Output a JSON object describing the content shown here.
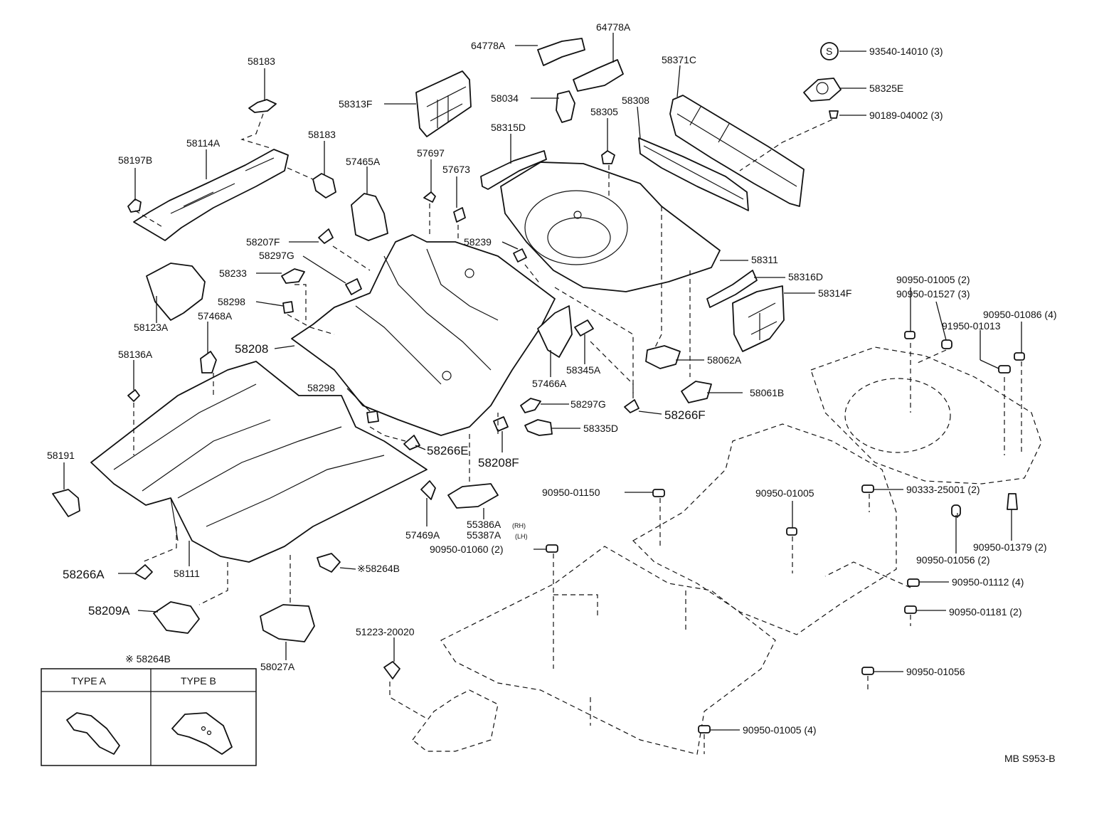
{
  "callouts": [
    {
      "id": "58183_top",
      "text": "58183"
    },
    {
      "id": "58114A",
      "text": "58114A"
    },
    {
      "id": "58197B",
      "text": "58197B"
    },
    {
      "id": "58183_mid",
      "text": "58183"
    },
    {
      "id": "58313F",
      "text": "58313F"
    },
    {
      "id": "64778A_l",
      "text": "64778A"
    },
    {
      "id": "64778A_r",
      "text": "64778A"
    },
    {
      "id": "58034",
      "text": "58034"
    },
    {
      "id": "58315D",
      "text": "58315D"
    },
    {
      "id": "58305",
      "text": "58305"
    },
    {
      "id": "58308",
      "text": "58308"
    },
    {
      "id": "58371C",
      "text": "58371C"
    },
    {
      "id": "93540-14010",
      "text": "93540-14010 (3)"
    },
    {
      "id": "58325E",
      "text": "58325E"
    },
    {
      "id": "90189-04002",
      "text": "90189-04002 (3)"
    },
    {
      "id": "57465A",
      "text": "57465A"
    },
    {
      "id": "57697",
      "text": "57697"
    },
    {
      "id": "57673",
      "text": "57673"
    },
    {
      "id": "58207F",
      "text": "58207F"
    },
    {
      "id": "58239",
      "text": "58239"
    },
    {
      "id": "58311",
      "text": "58311"
    },
    {
      "id": "58297G_top",
      "text": "58297G"
    },
    {
      "id": "58233",
      "text": "58233"
    },
    {
      "id": "58316D",
      "text": "58316D"
    },
    {
      "id": "58314F",
      "text": "58314F"
    },
    {
      "id": "58298_top",
      "text": "58298"
    },
    {
      "id": "58123A",
      "text": "58123A"
    },
    {
      "id": "57468A",
      "text": "57468A"
    },
    {
      "id": "58208",
      "text": "58208"
    },
    {
      "id": "57466A",
      "text": "57466A"
    },
    {
      "id": "58345A",
      "text": "58345A"
    },
    {
      "id": "58062A",
      "text": "58062A"
    },
    {
      "id": "58136A",
      "text": "58136A"
    },
    {
      "id": "58298_low",
      "text": "58298"
    },
    {
      "id": "58061B",
      "text": "58061B"
    },
    {
      "id": "58297G_low",
      "text": "58297G"
    },
    {
      "id": "58266F",
      "text": "58266F"
    },
    {
      "id": "58335D",
      "text": "58335D"
    },
    {
      "id": "58266E",
      "text": "58266E"
    },
    {
      "id": "58208F",
      "text": "58208F"
    },
    {
      "id": "58191",
      "text": "58191"
    },
    {
      "id": "57469A",
      "text": "57469A"
    },
    {
      "id": "55386A",
      "text": "55386A"
    },
    {
      "id": "55387A",
      "text": "55387A"
    },
    {
      "id": "58111",
      "text": "58111"
    },
    {
      "id": "58266A",
      "text": "58266A"
    },
    {
      "id": "58264B_tag",
      "text": "※58264B"
    },
    {
      "id": "58209A",
      "text": "58209A"
    },
    {
      "id": "58027A",
      "text": "58027A"
    },
    {
      "id": "51223-20020",
      "text": "51223-20020"
    },
    {
      "id": "90950-01150",
      "text": "90950-01150"
    },
    {
      "id": "90950-01005_mid",
      "text": "90950-01005"
    },
    {
      "id": "90950-01060",
      "text": "90950-01060 (2)"
    },
    {
      "id": "90950-01005_r",
      "text": "90950-01005 (2)"
    },
    {
      "id": "90950-01527",
      "text": "90950-01527 (3)"
    },
    {
      "id": "90950-01086",
      "text": "90950-01086 (4)"
    },
    {
      "id": "91950-01013",
      "text": "91950-01013"
    },
    {
      "id": "90333-25001",
      "text": "90333-25001 (2)"
    },
    {
      "id": "90950-01056_2",
      "text": "90950-01056 (2)"
    },
    {
      "id": "90950-01379",
      "text": "90950-01379 (2)"
    },
    {
      "id": "90950-01112",
      "text": "90950-01112 (4)"
    },
    {
      "id": "90950-01181",
      "text": "90950-01181 (2)"
    },
    {
      "id": "90950-01056",
      "text": "90950-01056"
    },
    {
      "id": "90950-01005_bot",
      "text": "90950-01005 (4)"
    }
  ],
  "side_markers": {
    "rh": "(RH)",
    "lh": "(LH)",
    "s_symbol": "S"
  },
  "legend": {
    "title": "※ 58264B",
    "type_a": "TYPE A",
    "type_b": "TYPE B"
  },
  "diagram_code": "MB S953-B"
}
